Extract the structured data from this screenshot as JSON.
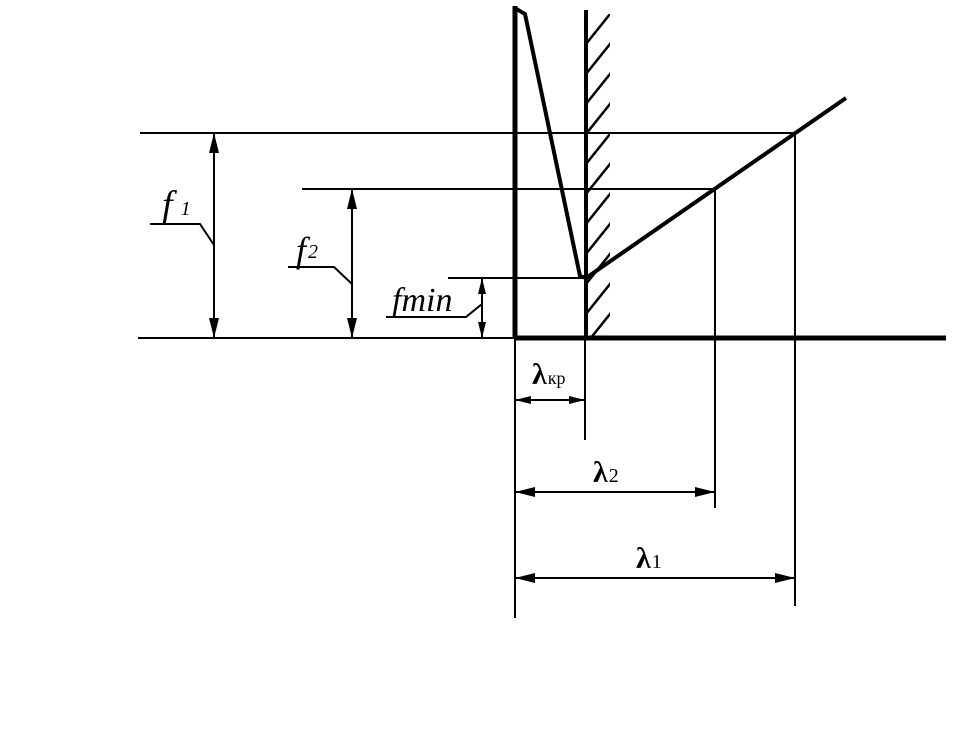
{
  "labels": {
    "f1": {
      "main": "f",
      "sub": "1"
    },
    "f2": {
      "main": "f",
      "sub": "2"
    },
    "fmin": {
      "main": "fmin"
    },
    "lambda_kr": {
      "main": "λ",
      "sub": "кр"
    },
    "lambda_2": {
      "main": "λ",
      "sub": "2"
    },
    "lambda_1": {
      "main": "λ",
      "sub": "1"
    }
  },
  "colors": {
    "ink": "#000000",
    "background": "#ffffff"
  }
}
